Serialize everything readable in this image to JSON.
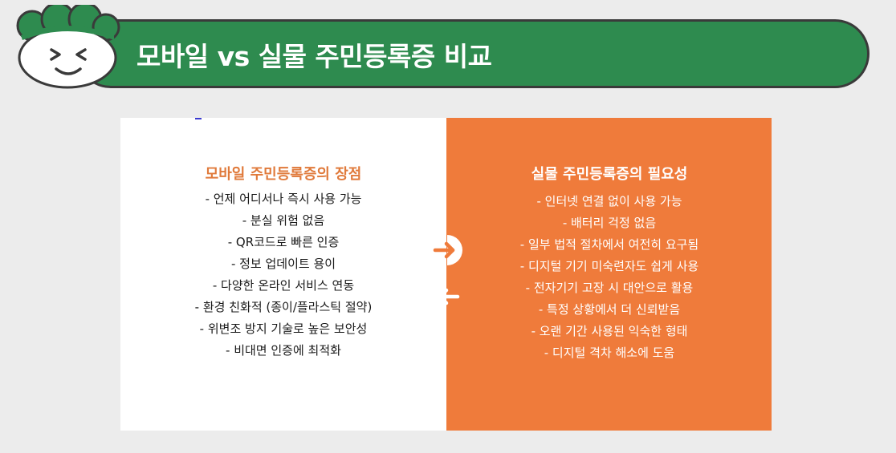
{
  "header": {
    "title": "모바일 vs 실물 주민등록증 비교"
  },
  "colors": {
    "banner_green": "#2e8b4f",
    "accent_orange": "#ef7b3b",
    "background": "#ececec"
  },
  "left_column": {
    "title": "모바일 주민등록증의 장점",
    "items": [
      "- 언제 어디서나 즉시 사용 가능",
      "- 분실 위험 없음",
      "- QR코드로 빠른 인증",
      "- 정보 업데이트 용이",
      "- 다양한 온라인 서비스 연동",
      "- 환경 친화적 (종이/플라스틱 절약)",
      "- 위변조 방지 기술로 높은 보안성",
      "- 비대면 인증에 최적화"
    ]
  },
  "right_column": {
    "title": "실물 주민등록증의 필요성",
    "items": [
      "- 인터넷 연결 없이 사용 가능",
      "- 배터리 걱정 없음",
      "- 일부 법적 절차에서 여전히 요구됨",
      "- 디지털 기기 미숙련자도 쉽게 사용",
      "- 전자기기 고장 시 대안으로 활용",
      "- 특정 상황에서 더 신뢰받음",
      "- 오랜 기간 사용된 익숙한 형태",
      "- 디지털 격차 해소에 도움"
    ]
  },
  "icons": {
    "mascot": "smiling-face-icon",
    "arrow_right": "arrow-right-icon",
    "arrow_left": "arrow-left-icon"
  }
}
